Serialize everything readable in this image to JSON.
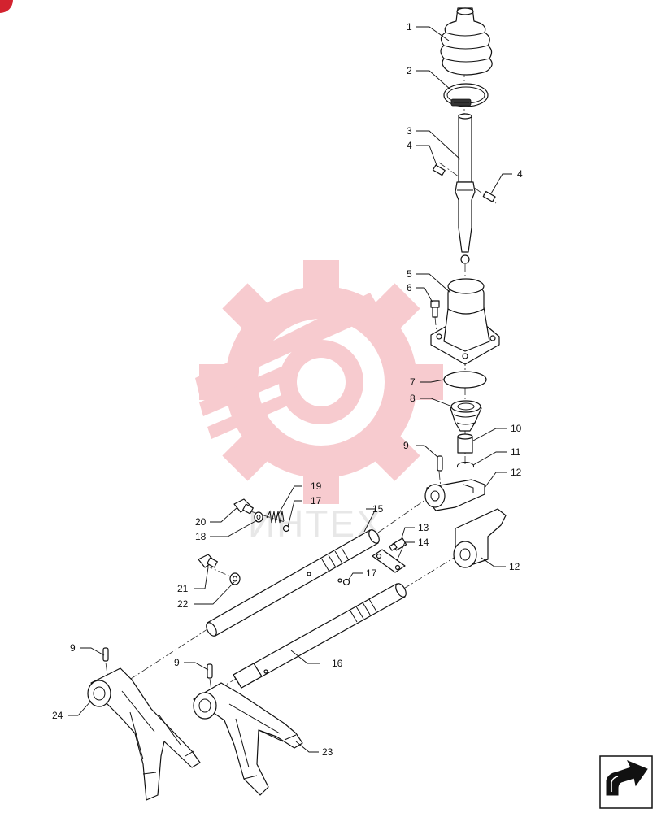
{
  "watermark": {
    "text": "ИНТЕХ",
    "color": "#f7c9cd"
  },
  "corner_badge_color": "#d3232f",
  "nav_icon": "next-page-arrow-icon",
  "callouts": [
    {
      "id": "c1",
      "label": "1"
    },
    {
      "id": "c2",
      "label": "2"
    },
    {
      "id": "c3",
      "label": "3"
    },
    {
      "id": "c4a",
      "label": "4"
    },
    {
      "id": "c4b",
      "label": "4"
    },
    {
      "id": "c5",
      "label": "5"
    },
    {
      "id": "c6",
      "label": "6"
    },
    {
      "id": "c7",
      "label": "7"
    },
    {
      "id": "c8",
      "label": "8"
    },
    {
      "id": "c9a",
      "label": "9"
    },
    {
      "id": "c10",
      "label": "10"
    },
    {
      "id": "c11",
      "label": "11"
    },
    {
      "id": "c12a",
      "label": "12"
    },
    {
      "id": "c12b",
      "label": "12"
    },
    {
      "id": "c13",
      "label": "13"
    },
    {
      "id": "c14",
      "label": "14"
    },
    {
      "id": "c15",
      "label": "15"
    },
    {
      "id": "c16",
      "label": "16"
    },
    {
      "id": "c17a",
      "label": "17"
    },
    {
      "id": "c17b",
      "label": "17"
    },
    {
      "id": "c18",
      "label": "18"
    },
    {
      "id": "c19",
      "label": "19"
    },
    {
      "id": "c20",
      "label": "20"
    },
    {
      "id": "c21",
      "label": "21"
    },
    {
      "id": "c22",
      "label": "22"
    },
    {
      "id": "c9b",
      "label": "9"
    },
    {
      "id": "c9c",
      "label": "9"
    },
    {
      "id": "c23",
      "label": "23"
    },
    {
      "id": "c24",
      "label": "24"
    }
  ]
}
